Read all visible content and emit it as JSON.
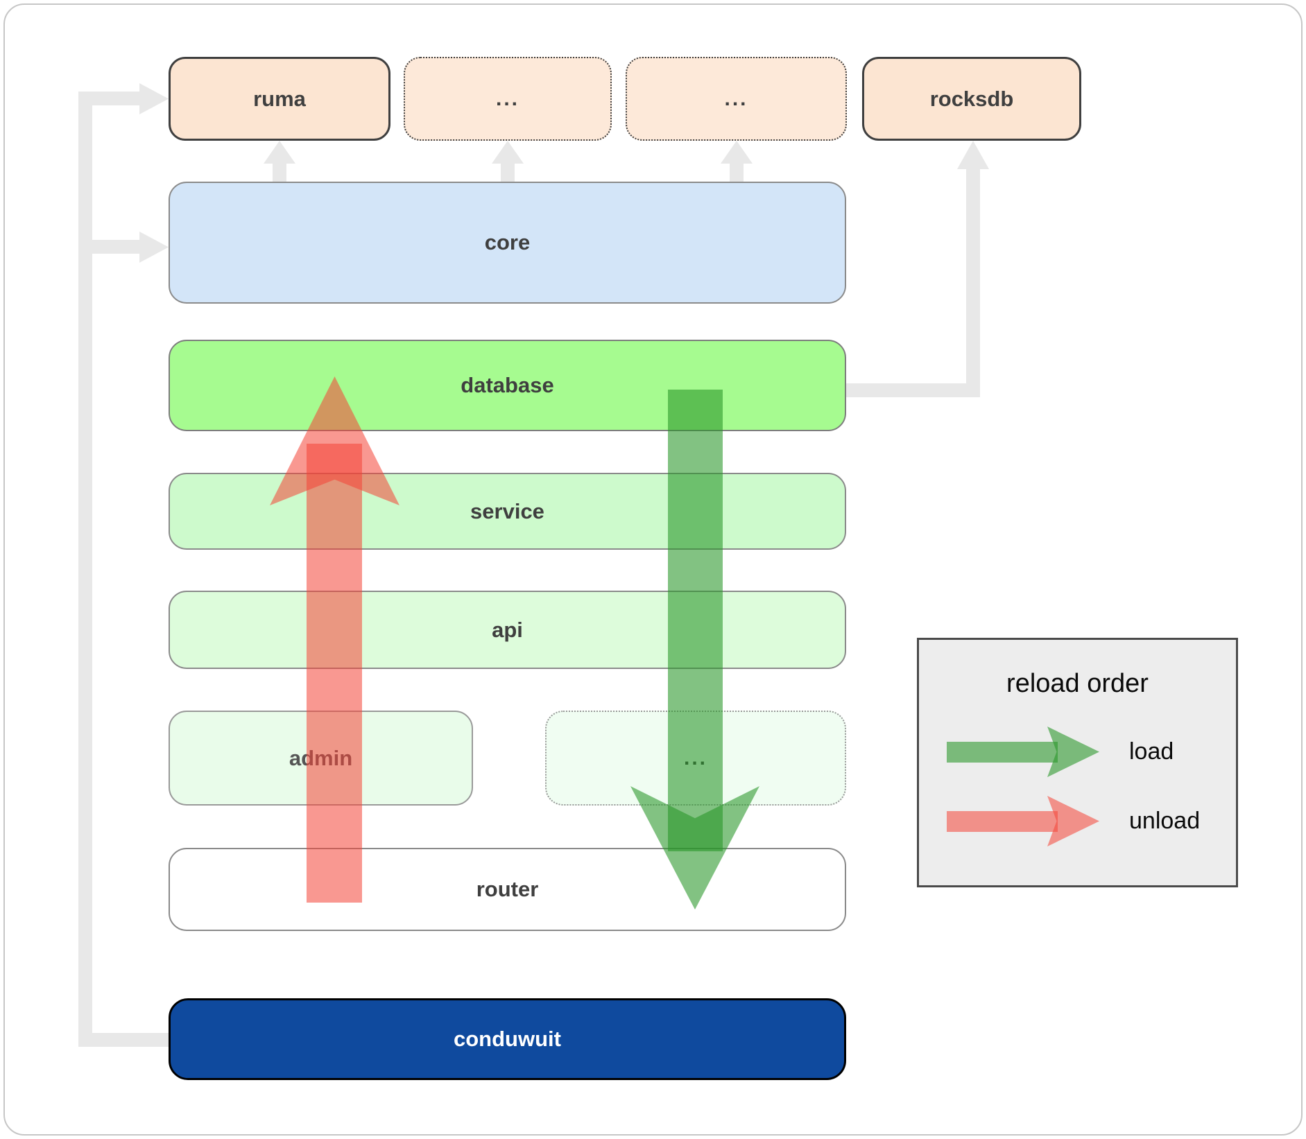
{
  "diagram": {
    "nodes": {
      "ruma": "ruma",
      "ellipsis_top_1": "...",
      "ellipsis_top_2": "...",
      "rocksdb": "rocksdb",
      "core": "core",
      "database": "database",
      "service": "service",
      "api": "api",
      "admin": "admin",
      "ellipsis_admin": "...",
      "router": "router",
      "conduwuit": "conduwuit"
    },
    "edges": [
      {
        "from": "conduwuit",
        "to": "ruma",
        "style": "gray"
      },
      {
        "from": "conduwuit",
        "to": "core",
        "style": "gray"
      },
      {
        "from": "core",
        "to": "ruma",
        "style": "gray"
      },
      {
        "from": "core",
        "to": "ellipsis_top_1",
        "style": "gray"
      },
      {
        "from": "core",
        "to": "ellipsis_top_2",
        "style": "gray"
      },
      {
        "from": "database",
        "to": "rocksdb",
        "style": "gray"
      },
      {
        "from": "database",
        "to": "router",
        "style": "load",
        "direction": "down"
      },
      {
        "from": "router",
        "to": "database",
        "style": "unload",
        "direction": "up"
      }
    ]
  },
  "legend": {
    "title": "reload order",
    "items": [
      {
        "label": "load"
      },
      {
        "label": "unload"
      }
    ]
  },
  "colors": {
    "peach": "#fce5d2",
    "peach_light": "#fde9d9",
    "blue": "#d3e5f8",
    "green_bright": "#a6fb90",
    "green_light": "#cdfacc",
    "green_lighter": "#ddfcdb",
    "green_faint": "#e9fcea",
    "green_faintest": "#f0fdf2",
    "navy": "#0f4a9e",
    "connector": "#e8e8e8",
    "label": "#3f3f3f",
    "legend_bg": "#ededed",
    "load": "rgba(40,150,40,0.58)",
    "unload": "rgba(244,67,54,0.55)"
  }
}
